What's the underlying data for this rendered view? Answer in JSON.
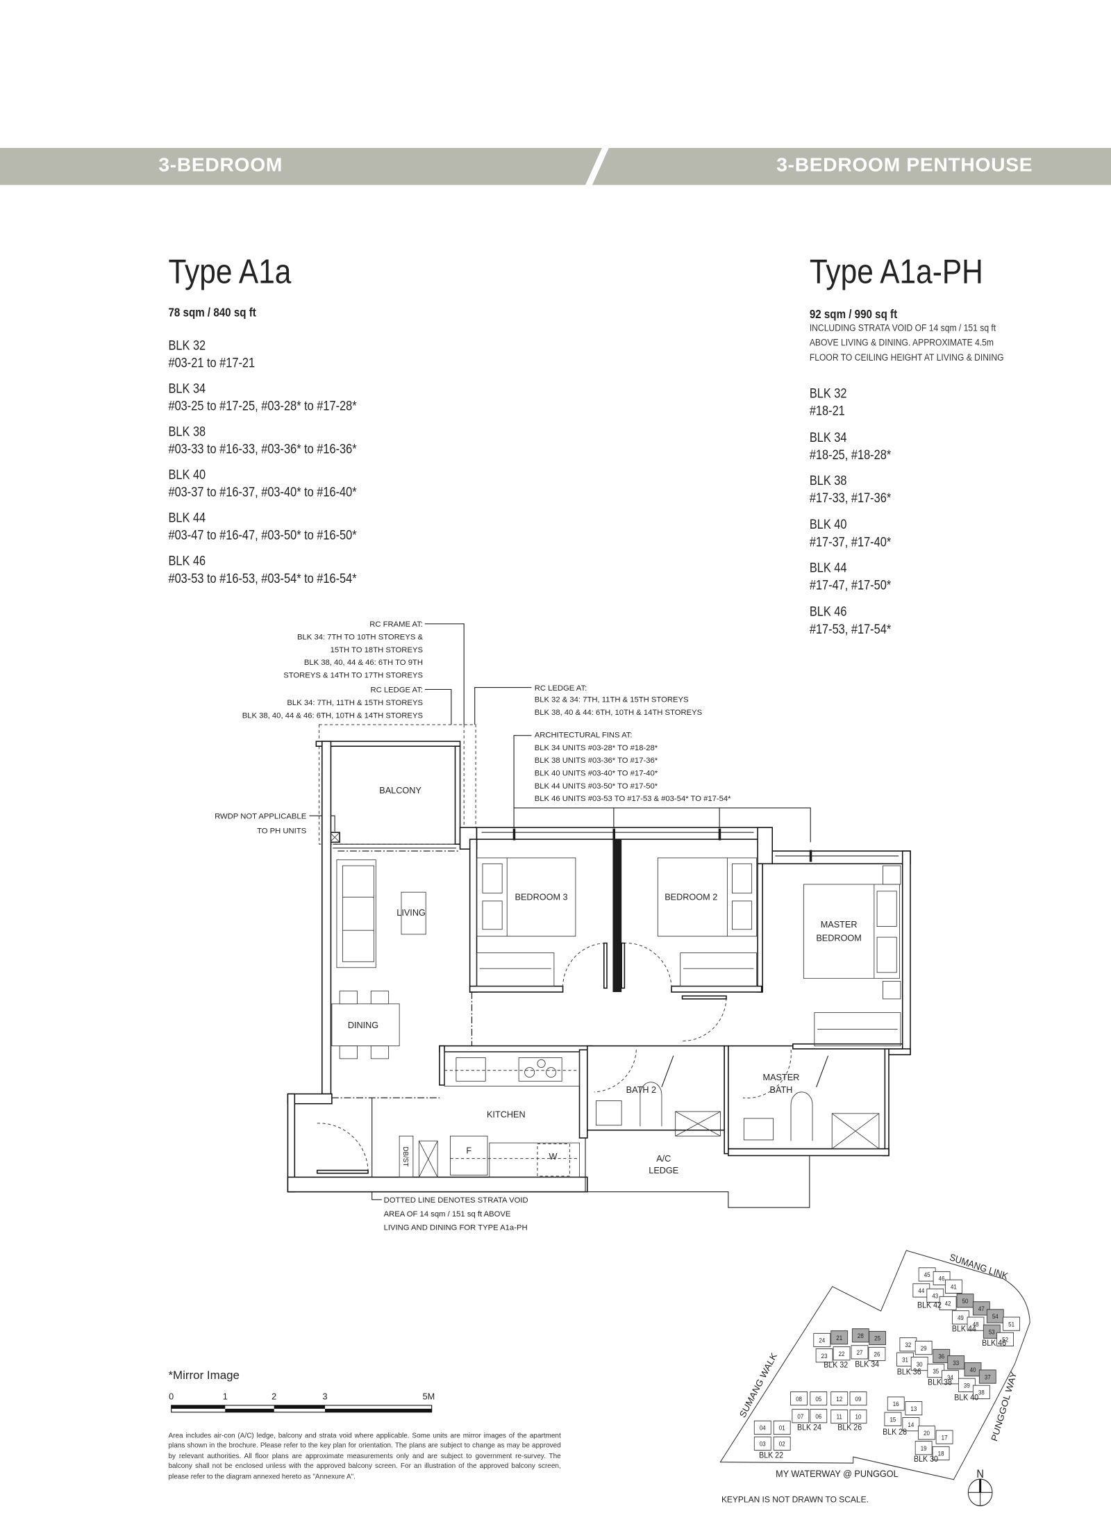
{
  "header": {
    "left": "3-BEDROOM",
    "right": "3-BEDROOM PENTHOUSE",
    "band_color": "#b7b9af"
  },
  "type_a1a": {
    "title": "Type A1a",
    "area": "78 sqm / 840 sq ft",
    "blocks": [
      {
        "blk": "BLK 32",
        "units": "#03-21 to #17-21"
      },
      {
        "blk": "BLK 34",
        "units": "#03-25 to #17-25, #03-28* to #17-28*"
      },
      {
        "blk": "BLK 38",
        "units": "#03-33 to #16-33, #03-36* to #16-36*"
      },
      {
        "blk": "BLK 40",
        "units": "#03-37 to #16-37, #03-40* to #16-40*"
      },
      {
        "blk": "BLK 44",
        "units": "#03-47 to #16-47, #03-50* to #16-50*"
      },
      {
        "blk": "BLK 46",
        "units": "#03-53 to #16-53, #03-54* to #16-54*"
      }
    ]
  },
  "type_a1a_ph": {
    "title": "Type A1a-PH",
    "area": "92 sqm / 990 sq ft",
    "note_lines": [
      "INCLUDING STRATA VOID OF 14 sqm / 151 sq ft",
      "ABOVE LIVING & DINING. APPROXIMATE 4.5m",
      "FLOOR TO CEILING HEIGHT AT LIVING & DINING"
    ],
    "blocks": [
      {
        "blk": "BLK 32",
        "units": "#18-21"
      },
      {
        "blk": "BLK 34",
        "units": "#18-25, #18-28*"
      },
      {
        "blk": "BLK 38",
        "units": "#17-33, #17-36*"
      },
      {
        "blk": "BLK 40",
        "units": "#17-37, #17-40*"
      },
      {
        "blk": "BLK 44",
        "units": "#17-47, #17-50*"
      },
      {
        "blk": "BLK 46",
        "units": "#17-53, #17-54*"
      }
    ]
  },
  "plan": {
    "rooms": {
      "balcony": "BALCONY",
      "living": "LIVING",
      "dining": "DINING",
      "bedroom3": "BEDROOM 3",
      "bedroom2": "BEDROOM 2",
      "master_bedroom_1": "MASTER",
      "master_bedroom_2": "BEDROOM",
      "kitchen": "KITCHEN",
      "bath2": "BATH 2",
      "master_bath_1": "MASTER",
      "master_bath_2": "BATH",
      "ac_ledge_1": "A/C",
      "ac_ledge_2": "LEDGE",
      "fridge": "F",
      "washer": "W",
      "dbst": "DB/ST"
    },
    "annotations": {
      "rc_frame": [
        "RC FRAME AT:",
        "BLK 34: 7TH TO 10TH STOREYS &",
        "15TH TO 18TH STOREYS",
        "BLK 38, 40, 44 & 46: 6TH TO 9TH",
        "STOREYS & 14TH TO 17TH STOREYS"
      ],
      "rc_ledge_left": [
        "RC LEDGE AT:",
        "BLK 34: 7TH, 11TH & 15TH STOREYS",
        "BLK 38, 40, 44 & 46: 6TH, 10TH & 14TH STOREYS"
      ],
      "rc_ledge_right": [
        "RC LEDGE AT:",
        "BLK 32 & 34: 7TH, 11TH & 15TH STOREYS",
        "BLK 38, 40 & 44: 6TH, 10TH & 14TH STOREYS"
      ],
      "fins": [
        "ARCHITECTURAL FINS AT:",
        "BLK 34 UNITS #03-28* TO #18-28*",
        "BLK 38 UNITS #03-36* TO #17-36*",
        "BLK 40 UNITS #03-40* TO #17-40*",
        "BLK 44 UNITS #03-50* TO #17-50*",
        "BLK 46 UNITS #03-53   TO #17-53 & #03-54* TO #17-54*"
      ],
      "rwdp": [
        "RWDP NOT APPLICABLE",
        "TO PH UNITS"
      ],
      "strata": [
        "DOTTED LINE DENOTES STRATA VOID",
        "AREA OF 14 sqm / 151 sq ft ABOVE",
        "LIVING AND DINING FOR TYPE A1a-PH"
      ]
    }
  },
  "scale": {
    "mirror": "*Mirror Image",
    "ticks": [
      "0",
      "1",
      "2",
      "3",
      "5M"
    ]
  },
  "footnote": "Area includes air-con (A/C) ledge, balcony and strata void where applicable. Some units are mirror images of the apartment plans shown in the brochure. Please refer to the key plan for orientation. The plans are subject to change as may be approved by relevant authorities. All floor plans are approximate measurements only and are subject to government re-survey. The balcony shall not be enclosed unless with the approved balcony screen. For an illustration of the approved balcony screen, please refer to the diagram annexed hereto as \"Annexure A\".",
  "keyplan": {
    "roads": {
      "link": "SUMANG LINK",
      "walk": "SUMANG WALK",
      "way": "PUNGGOL WAY",
      "waterway": "MY WATERWAY @ PUNGGOL"
    },
    "note": "KEYPLAN IS NOT DRAWN TO SCALE.",
    "north": "N",
    "highlight_color": "#a9a9a9",
    "blocks": [
      {
        "label": "BLK 32",
        "units": [
          {
            "no": "24"
          },
          {
            "no": "21",
            "hl": true
          },
          {
            "no": "23"
          },
          {
            "no": "22"
          }
        ]
      },
      {
        "label": "BLK 34",
        "units": [
          {
            "no": "28",
            "hl": true
          },
          {
            "no": "25",
            "hl": true
          },
          {
            "no": "27"
          },
          {
            "no": "26"
          }
        ]
      },
      {
        "label": "BLK 36",
        "units": [
          {
            "no": "32"
          },
          {
            "no": "29"
          },
          {
            "no": "31"
          },
          {
            "no": "30"
          }
        ]
      },
      {
        "label": "BLK 38",
        "units": [
          {
            "no": "36",
            "hl": true
          },
          {
            "no": "33",
            "hl": true
          },
          {
            "no": "35"
          },
          {
            "no": "34"
          }
        ]
      },
      {
        "label": "BLK 40",
        "units": [
          {
            "no": "40",
            "hl": true
          },
          {
            "no": "37",
            "hl": true
          },
          {
            "no": "39"
          },
          {
            "no": "38"
          }
        ]
      },
      {
        "label": "BLK 42",
        "units": [
          {
            "no": "45"
          },
          {
            "no": "46"
          },
          {
            "no": "41"
          },
          {
            "no": "44"
          },
          {
            "no": "43"
          },
          {
            "no": "42"
          }
        ]
      },
      {
        "label": "BLK 44",
        "units": [
          {
            "no": "50",
            "hl": true
          },
          {
            "no": "47",
            "hl": true
          },
          {
            "no": "49"
          },
          {
            "no": "48"
          }
        ]
      },
      {
        "label": "BLK 46",
        "units": [
          {
            "no": "54",
            "hl": true
          },
          {
            "no": "53",
            "hl": true
          },
          {
            "no": "51"
          },
          {
            "no": "52"
          }
        ]
      },
      {
        "label": "BLK 22",
        "units": [
          {
            "no": "04"
          },
          {
            "no": "01"
          },
          {
            "no": "03"
          },
          {
            "no": "02"
          }
        ]
      },
      {
        "label": "BLK 24",
        "units": [
          {
            "no": "08"
          },
          {
            "no": "05"
          },
          {
            "no": "07"
          },
          {
            "no": "06"
          }
        ]
      },
      {
        "label": "BLK 26",
        "units": [
          {
            "no": "12"
          },
          {
            "no": "09"
          },
          {
            "no": "11"
          },
          {
            "no": "10"
          }
        ]
      },
      {
        "label": "BLK 28",
        "units": [
          {
            "no": "16"
          },
          {
            "no": "13"
          },
          {
            "no": "15"
          },
          {
            "no": "14"
          }
        ]
      },
      {
        "label": "BLK 30",
        "units": [
          {
            "no": "20"
          },
          {
            "no": "17"
          },
          {
            "no": "19"
          },
          {
            "no": "18"
          }
        ]
      }
    ]
  }
}
